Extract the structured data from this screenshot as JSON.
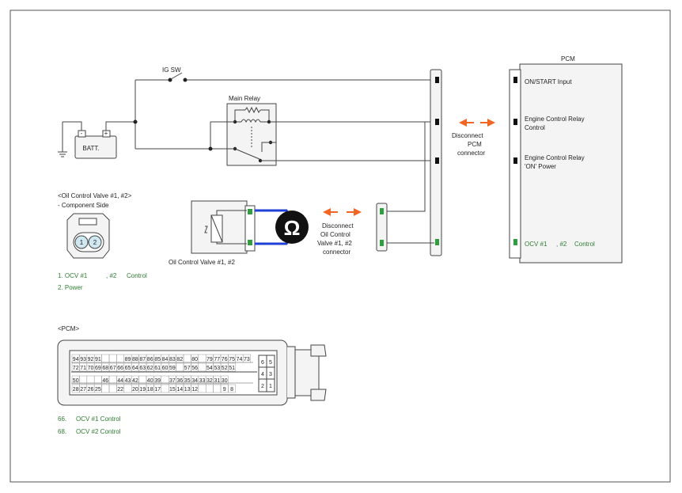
{
  "labels": {
    "ig_sw": "IG SW",
    "main_relay": "Main Relay",
    "batt": "BATT.",
    "batt_minus": "-",
    "batt_plus": "+",
    "pcm_title": "PCM",
    "ocv_component": "Oil Control Valve #1, #2",
    "ohm_symbol": "Ω",
    "disc_pcm": [
      "Disconnect",
      "PCM",
      "connector"
    ],
    "disc_ocv": [
      "Disconnect",
      "Oil Control",
      "Valve #1, #2",
      "connector"
    ]
  },
  "pcm_terminals": {
    "on_start": "ON/START Input",
    "ecr_control": [
      "Engine Control Relay",
      "Control"
    ],
    "ecr_power": [
      "Engine Control Relay",
      "'ON' Power"
    ],
    "ocv": [
      "OCV #1",
      ", #2",
      "Control"
    ]
  },
  "ocv_connector": {
    "title": "<Oil Control Valve #1, #2>",
    "subtitle": "-  Component Side",
    "pin1": "1",
    "pin2": "2",
    "legend": [
      {
        "text": "1. OCV #1",
        "text2": ", #2",
        "text3": "Control"
      },
      {
        "text": "2. Power"
      }
    ]
  },
  "pcm_connector": {
    "title": "<PCM>",
    "row1": [
      "94",
      "93",
      "92",
      "91",
      "",
      "",
      "",
      "89",
      "88",
      "87",
      "86",
      "85",
      "84",
      "83",
      "82",
      "",
      "80",
      "",
      "79",
      "77",
      "76",
      "75",
      "74",
      "73"
    ],
    "row2": [
      "72",
      "71",
      "70",
      "69",
      "68",
      "67",
      "66",
      "65",
      "64",
      "63",
      "62",
      "61",
      "60",
      "59",
      "",
      "57",
      "56",
      "",
      "54",
      "53",
      "52",
      "51"
    ],
    "row3": [
      "50",
      "",
      "",
      "",
      "46",
      "",
      "44",
      "43",
      "42",
      "",
      "40",
      "39",
      "",
      "37",
      "36",
      "35",
      "34",
      "33",
      "32",
      "31",
      "30"
    ],
    "row4": [
      "28",
      "27",
      "26",
      "25",
      "",
      "",
      "22",
      "",
      "20",
      "19",
      "18",
      "17",
      "",
      "15",
      "14",
      "13",
      "12",
      "",
      "",
      "",
      "9",
      "8"
    ],
    "side": [
      "6",
      "5",
      "4",
      "3",
      "2",
      "1"
    ],
    "legend": [
      {
        "num": "66.",
        "text": "OCV #1 Control"
      },
      {
        "num": "68.",
        "text": "OCV #2 Control"
      }
    ]
  },
  "colors": {
    "arrow": "#f26522",
    "green_pin": "#2e9e3e",
    "blue_wire": "#1f3fd6",
    "legend_text": "#2e7d32"
  }
}
